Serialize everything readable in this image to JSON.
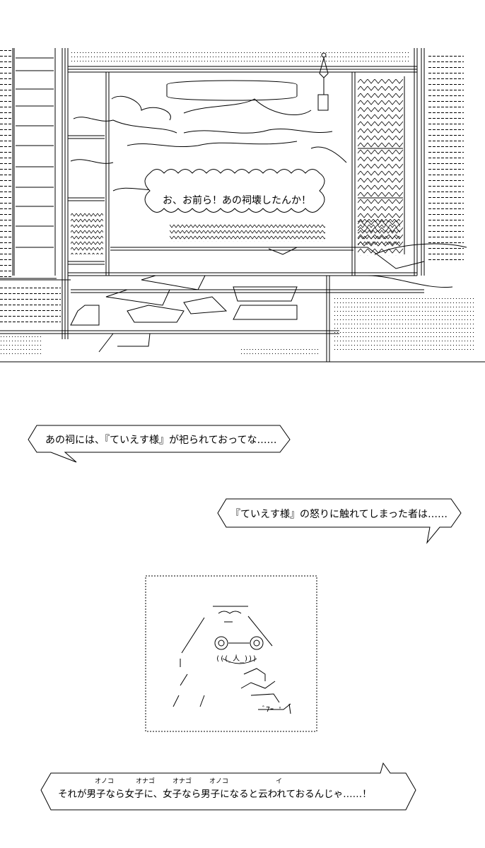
{
  "panel1": {
    "speech": "お、お前ら！あの祠壊したんか！"
  },
  "bubble1": {
    "text": "あの祠には、『ていえす様』が祀られておってな……"
  },
  "bubble2": {
    "text": "『ていえす様』の怒りに触れてしまった者は……"
  },
  "figure": {
    "face": "（◎）―（◎）",
    "nose": "(((_人_)))",
    "bottom": "ﾞ7ｰ-'"
  },
  "bubble3": {
    "text": "それが男子なら女子に、女子なら男子になると云われておるんじゃ……！",
    "ruby": [
      "オノコ",
      "オナゴ",
      "オナゴ",
      "オノコ",
      "イ"
    ]
  }
}
